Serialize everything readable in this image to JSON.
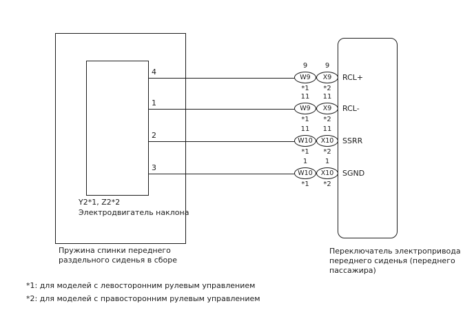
{
  "page": {
    "background": "#ffffff",
    "line_color": "#1a1a1a"
  },
  "left_assembly": {
    "component_code": "Y2*1, Z2*2",
    "component_name": "Электродвигатель наклона",
    "caption": "Пружина спинки переднего раздельного сиденья в сборе"
  },
  "right_component": {
    "caption": "Переключатель электропривода переднего сиденья (переднего пассажира)"
  },
  "wires": [
    {
      "pin": "4",
      "left_connector": {
        "pin": "9",
        "code": "W9",
        "note": "*1"
      },
      "right_connector": {
        "pin": "9",
        "code": "X9",
        "note": "*2"
      },
      "signal": "RCL+"
    },
    {
      "pin": "1",
      "left_connector": {
        "pin": "11",
        "code": "W9",
        "note": "*1"
      },
      "right_connector": {
        "pin": "11",
        "code": "X9",
        "note": "*2"
      },
      "signal": "RCL-"
    },
    {
      "pin": "2",
      "left_connector": {
        "pin": "11",
        "code": "W10",
        "note": "*1"
      },
      "right_connector": {
        "pin": "11",
        "code": "X10",
        "note": "*2"
      },
      "signal": "SSRR"
    },
    {
      "pin": "3",
      "left_connector": {
        "pin": "1",
        "code": "W10",
        "note": "*1"
      },
      "right_connector": {
        "pin": "1",
        "code": "X10",
        "note": "*2"
      },
      "signal": "SGND"
    }
  ],
  "footnotes": [
    "*1: для моделей с левосторонним рулевым управлением",
    "*2: для моделей с правосторонним рулевым управлением"
  ]
}
